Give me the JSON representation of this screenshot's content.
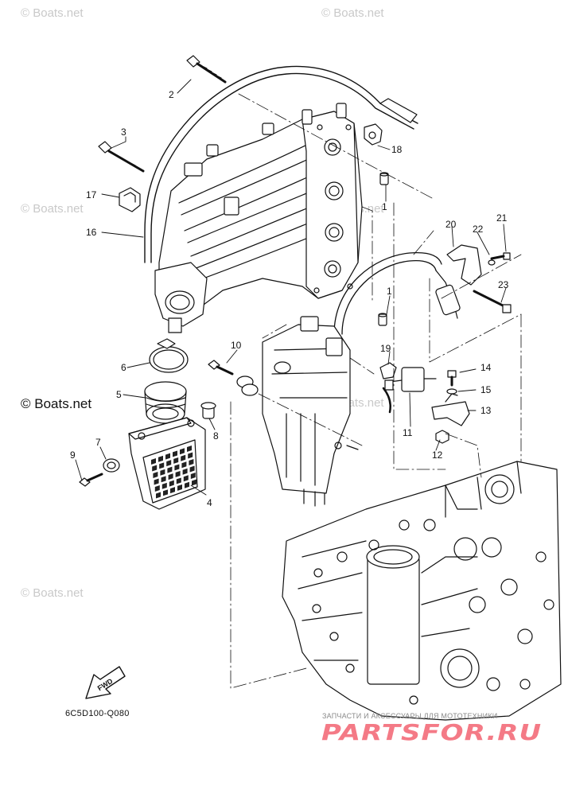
{
  "watermarks": {
    "top_left": "© Boats.net",
    "top_right": "© Boats.net",
    "mid_left": "© Boats.net",
    "mid_right": "© Boats.net",
    "main": "© Boats.net",
    "center": "© Boats.net",
    "lower_left": "© Boats.net"
  },
  "diagram_code": "6C5D100-Q080",
  "fwd_label": "FWD",
  "brand": {
    "tagline": "ЗАПЧАСТИ И АКСЕССУАРЫ ДЛЯ МОТОТЕХНИКИ",
    "name": "PARTSFOR.RU",
    "color": "#f47a86"
  },
  "part_labels": {
    "p1a": "1",
    "p1b": "1",
    "p2": "2",
    "p3": "3",
    "p4": "4",
    "p5": "5",
    "p6": "6",
    "p7": "7",
    "p8": "8",
    "p9": "9",
    "p10": "10",
    "p11": "11",
    "p12": "12",
    "p13": "13",
    "p14": "14",
    "p15": "15",
    "p16": "16",
    "p17": "17",
    "p18": "18",
    "p19": "19",
    "p20": "20",
    "p21": "21",
    "p22": "22",
    "p23": "23"
  }
}
